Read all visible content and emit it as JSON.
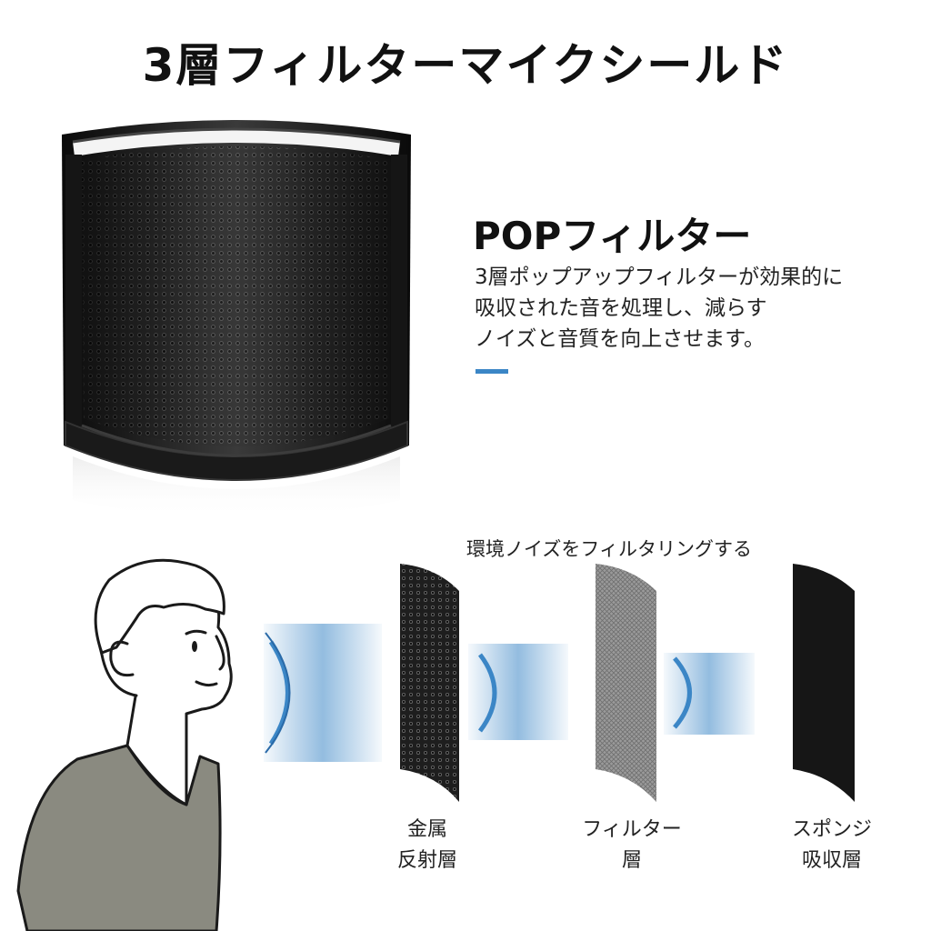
{
  "title": "3層フィルターマイクシールド",
  "feature": {
    "heading": "POPフィルター",
    "description_lines": [
      "3層ポップアップフィルターが効果的に",
      "吸収された音を処理し、減らす",
      "ノイズと音質を向上させます。"
    ]
  },
  "diagram": {
    "label": "環境ノイズをフィルタリングする",
    "layers": [
      {
        "line1": "金属",
        "line2": "反射層"
      },
      {
        "line1": "フィルター",
        "line2": "層"
      },
      {
        "line1": "スポンジ",
        "line2": "吸収層"
      }
    ]
  },
  "colors": {
    "accent": "#3b86c6",
    "shirt": "#8a8a80",
    "metal_layer": "#1e1e1e",
    "filter_layer": "#9a9a9a",
    "sponge_layer": "#161616",
    "sound_wave": "#3b86c6"
  }
}
